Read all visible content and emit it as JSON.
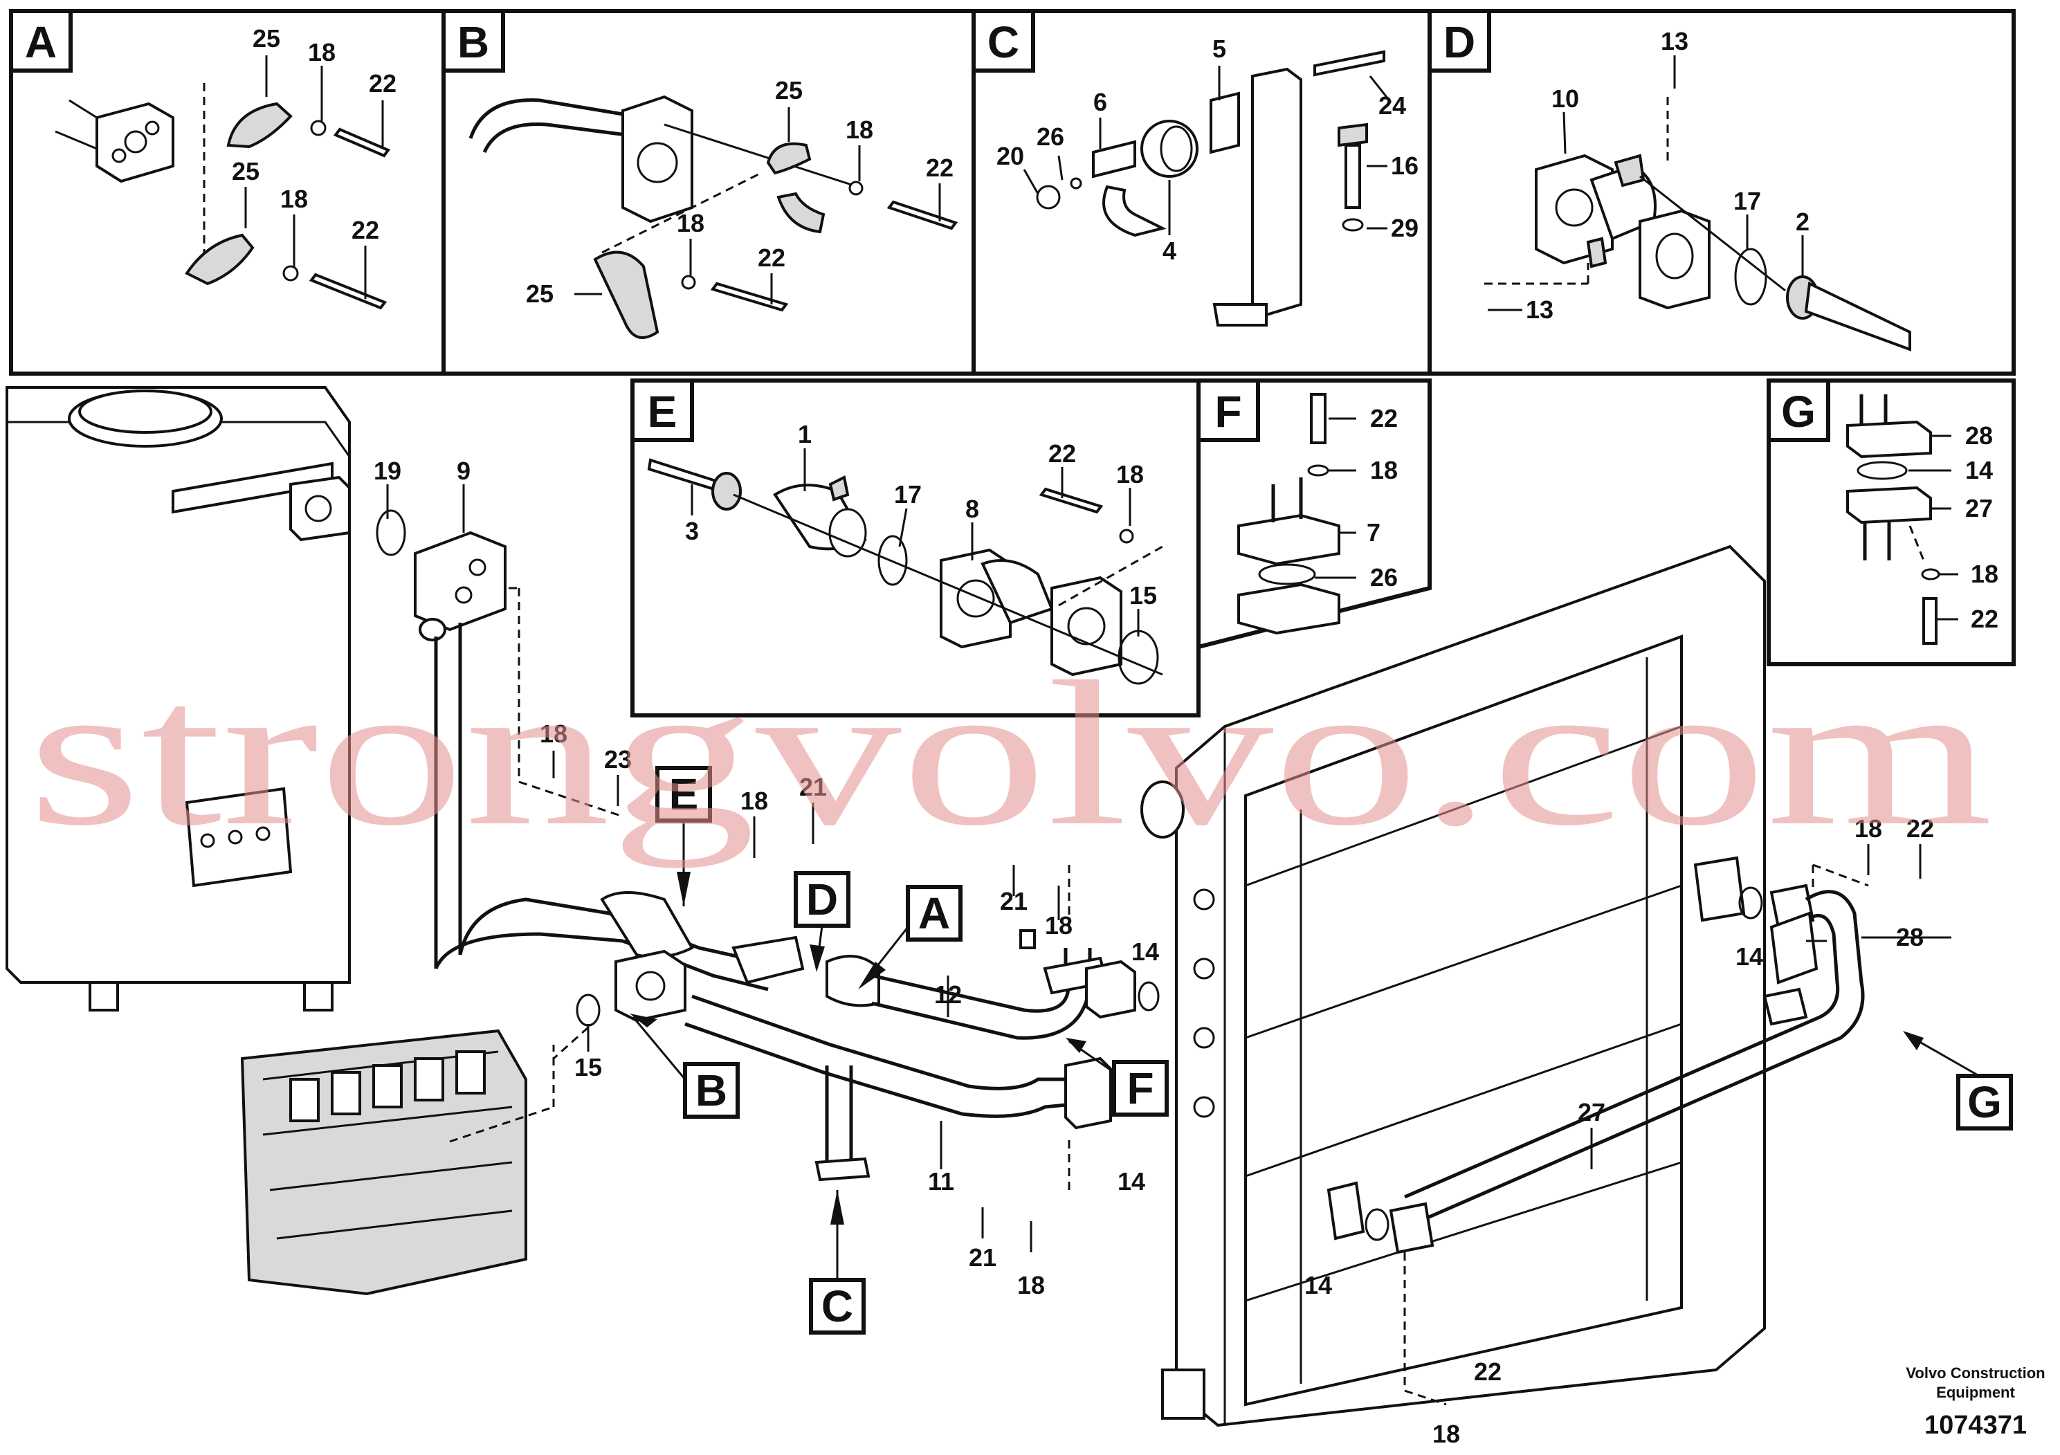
{
  "panels": [
    {
      "tag": "A"
    },
    {
      "tag": "B"
    },
    {
      "tag": "C"
    },
    {
      "tag": "D"
    },
    {
      "tag": "E"
    },
    {
      "tag": "F"
    },
    {
      "tag": "G"
    }
  ],
  "callouts": {
    "a_25_top": "25",
    "a_18_top": "18",
    "a_22_top": "22",
    "a_25_bot": "25",
    "a_18_bot": "18",
    "a_22_bot": "22",
    "b_25_top": "25",
    "b_18_top": "18",
    "b_22_top": "22",
    "b_25_bot": "25",
    "b_18_bot": "18",
    "b_22_bot": "22",
    "c_5": "5",
    "c_24": "24",
    "c_6": "6",
    "c_26": "26",
    "c_20": "20",
    "c_16": "16",
    "c_29": "29",
    "c_4": "4",
    "d_13_top": "13",
    "d_10": "10",
    "d_17": "17",
    "d_2": "2",
    "d_13_bot": "13",
    "e_1": "1",
    "e_3": "3",
    "e_17": "17",
    "e_8": "8",
    "e_22": "22",
    "e_18": "18",
    "e_15": "15",
    "f_22": "22",
    "f_18": "18",
    "f_7": "7",
    "f_26": "26",
    "g_28": "28",
    "g_14": "14",
    "g_27": "27",
    "g_18": "18",
    "g_22": "22",
    "m_19": "19",
    "m_9": "9",
    "m_18a": "18",
    "m_23": "23",
    "m_18b": "18",
    "m_21a": "21",
    "m_21b": "21",
    "m_18c": "18",
    "m_14a": "14",
    "m_12": "12",
    "m_15": "15",
    "m_11": "11",
    "m_14b": "14",
    "m_21c": "21",
    "m_18d": "18",
    "m_18e": "18",
    "m_22a": "22",
    "m_14c": "14",
    "m_28": "28",
    "m_27": "27",
    "m_14d": "14",
    "m_22b": "22",
    "m_18f": "18"
  },
  "view_tags": {
    "e": "E",
    "d": "D",
    "a": "A",
    "b": "B",
    "f": "F",
    "c": "C",
    "g": "G"
  },
  "footer": {
    "company_line1": "Volvo Construction",
    "company_line2": "Equipment",
    "drawing_number": "1074371"
  },
  "watermark": "strongvolvo.com"
}
